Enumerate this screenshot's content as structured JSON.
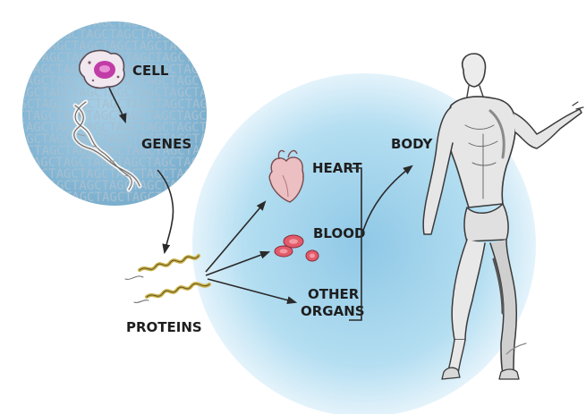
{
  "labels": {
    "cell": "CELL",
    "genes": "GENES",
    "proteins": "PROTEINS",
    "heart": "HEART",
    "blood": "BLOOD",
    "other_line1": "OTHER",
    "other_line2": "ORGANS",
    "body": "BODY"
  },
  "background_text": {
    "unit": "CTAG"
  },
  "colors": {
    "small_circle": "#8fbfdc",
    "big_circle": "#a9d8ef",
    "big_circle_edge": "#d8eef8",
    "label": "#1e1e1e",
    "arrow": "#2a2a2a",
    "protein": "#c9b24a",
    "heart": "#e9b8bb",
    "blood": "#e25b6a",
    "cell_nucleus": "#c13ca6",
    "figure_stroke": "#3a3a3a"
  }
}
